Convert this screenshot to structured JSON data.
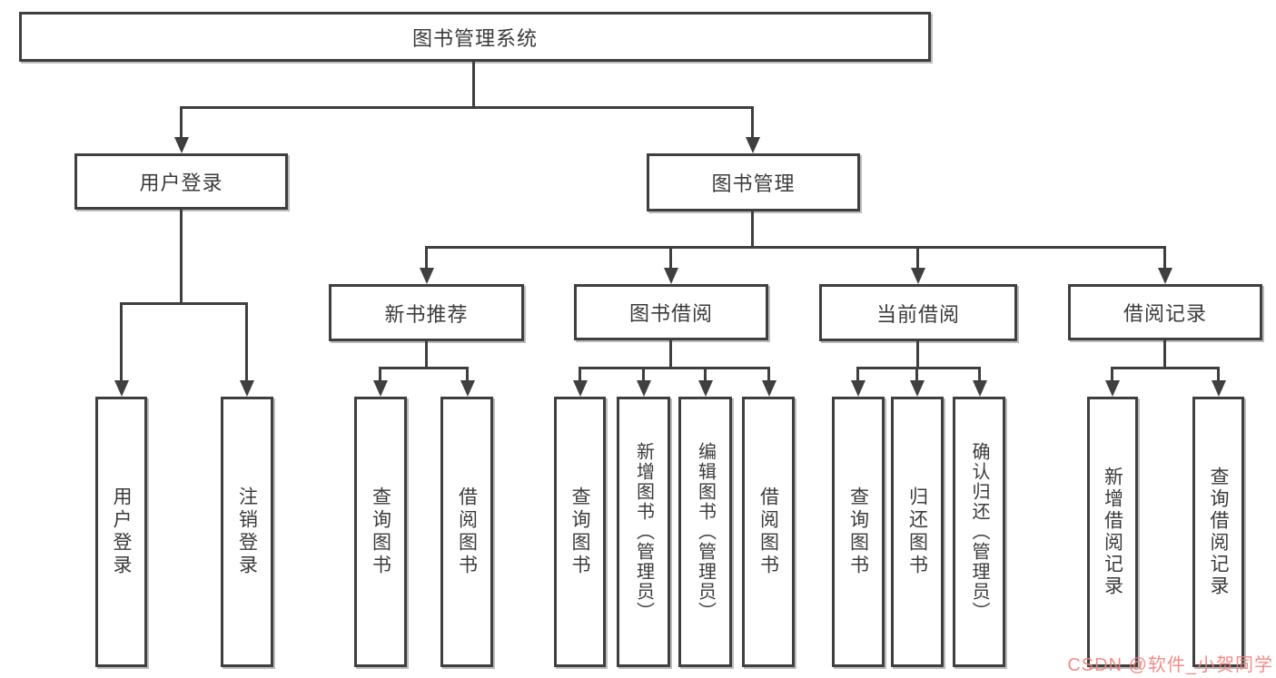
{
  "diagram": {
    "type": "tree",
    "root": {
      "label": "图书管理系统"
    },
    "level2": [
      {
        "label": "用户登录",
        "children": [
          {
            "label": "用户登录"
          },
          {
            "label": "注销登录"
          }
        ]
      },
      {
        "label": "图书管理",
        "children": [
          {
            "label": "新书推荐",
            "children": [
              {
                "label": "查询图书"
              },
              {
                "label": "借阅图书"
              }
            ]
          },
          {
            "label": "图书借阅",
            "children": [
              {
                "label": "查询图书"
              },
              {
                "label": "新增图书（管理员）"
              },
              {
                "label": "编辑图书（管理员）"
              },
              {
                "label": "借阅图书"
              }
            ]
          },
          {
            "label": "当前借阅",
            "children": [
              {
                "label": "查询图书"
              },
              {
                "label": "归还图书"
              },
              {
                "label": "确认归还（管理员）"
              }
            ]
          },
          {
            "label": "借阅记录",
            "children": [
              {
                "label": "新增借阅记录"
              },
              {
                "label": "查询借阅记录"
              }
            ]
          }
        ]
      }
    ]
  },
  "watermark": {
    "text": "CSDN @软件_小贺同学",
    "color": "#ef827d"
  },
  "colors": {
    "line": "#3f3f3f",
    "border": "#3f3f3f",
    "text": "#3b3b3b",
    "box_background": "#ffffff",
    "page_background": "#ffffff",
    "watermark": "#ef827d"
  }
}
